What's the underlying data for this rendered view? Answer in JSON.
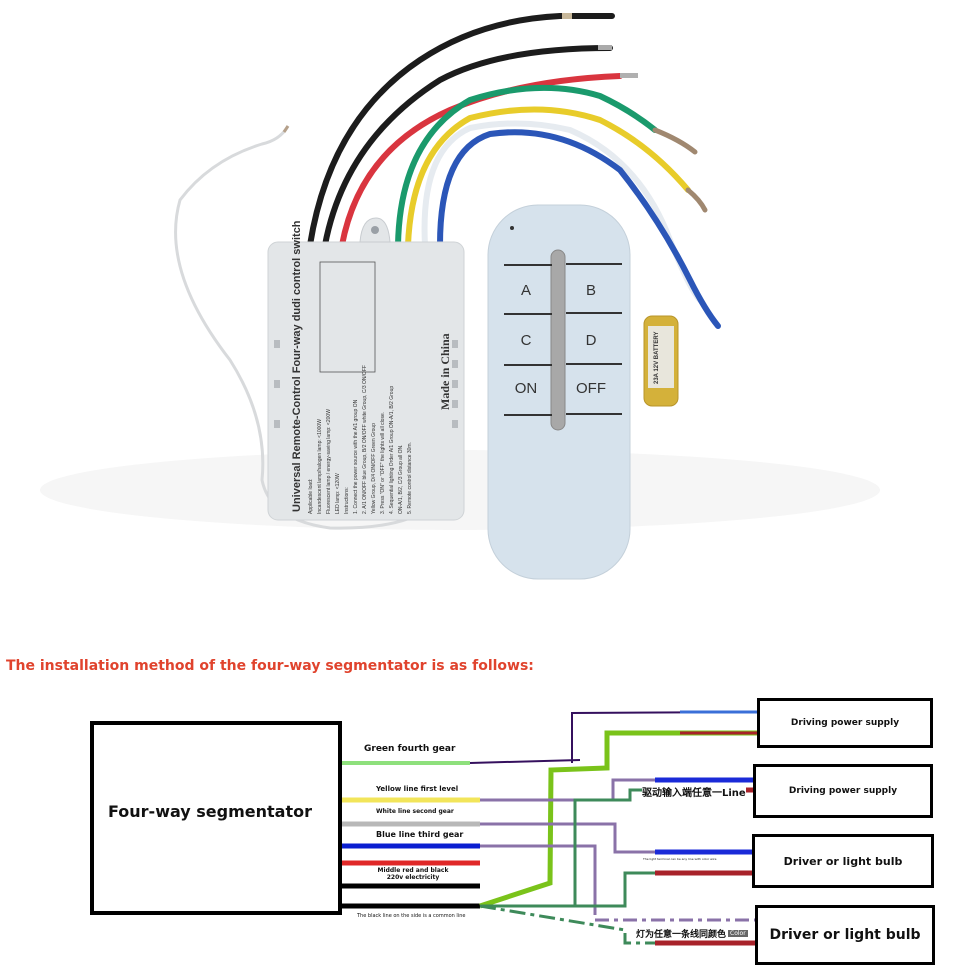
{
  "product": {
    "module_label": {
      "title": "Universal Remote-Control Four-way dudi control switch",
      "made_in": "Made in China",
      "instructions": [
        "Applicable load:",
        "Incandescent lamp/halogen lamp: <1000W",
        "Fluorescent lamp / energy-saving lamp: <200W",
        "LED lamp: <120W",
        "Instructions:",
        "1. Connect the power source with the A/1 group ON",
        "2. A/1 ON/OFF blue Group, B/2 ON/OFF white Group, C/3 ON/OFF",
        "Yellow Group, D/4 ON/OFF Green Group",
        "3. Press \"ON\" or \"OFF\" the lights will all close.",
        "4. Sequential lighting Order A/1 Group ON-A/1, B/2 Group",
        "ON-A/1, B/2, C/3 Group all ON.",
        "5. Remote control distance 30m."
      ]
    },
    "remote_buttons": [
      "A",
      "B",
      "C",
      "D",
      "ON",
      "OFF"
    ],
    "battery_label": "23A 12V BATTERY",
    "wire_colors": {
      "black": "#1c1c1c",
      "red": "#d9353f",
      "green": "#1a9a6c",
      "yellow": "#e8cc2a",
      "white": "#e6ebf0",
      "blue": "#2b56b8",
      "antenna": "#d8dadc"
    }
  },
  "heading": "The installation method of the four-way segmentator is as follows:",
  "diagram": {
    "segmentator_label": "Four-way segmentator",
    "wire_labels": {
      "green": "Green fourth gear",
      "yellow": "Yellow line first level",
      "white": "White line second gear",
      "blue": "Blue line third gear",
      "red_black": "Middle red and black 220v electricity",
      "common": "The black line on the side is a common line"
    },
    "targets": [
      "Driving power supply",
      "Driving power supply",
      "Driver or light bulb",
      "Driver or light bulb"
    ],
    "annotations": {
      "drive_input": "驱动输入端任意一Line",
      "light_note": "The light terminal can be any line with color wire",
      "lamp_note": "灯为任意一条线同颜色",
      "color_word": "Color"
    },
    "colors": {
      "heading": "#e0432d",
      "green_wire": "#8ee07c",
      "yellow_wire": "#f2e55a",
      "white_wire": "#b8b8b8",
      "blue_wire": "#0a1ed0",
      "red_wire": "#e02828",
      "black_wire": "#000000",
      "purple_line": "#8a72a8",
      "dark_purple": "#35105e",
      "lime_line": "#7ac31a",
      "dark_green_line": "#3e8a5a",
      "dark_red": "#a8222a",
      "bright_blue": "#1a2ad8"
    }
  }
}
